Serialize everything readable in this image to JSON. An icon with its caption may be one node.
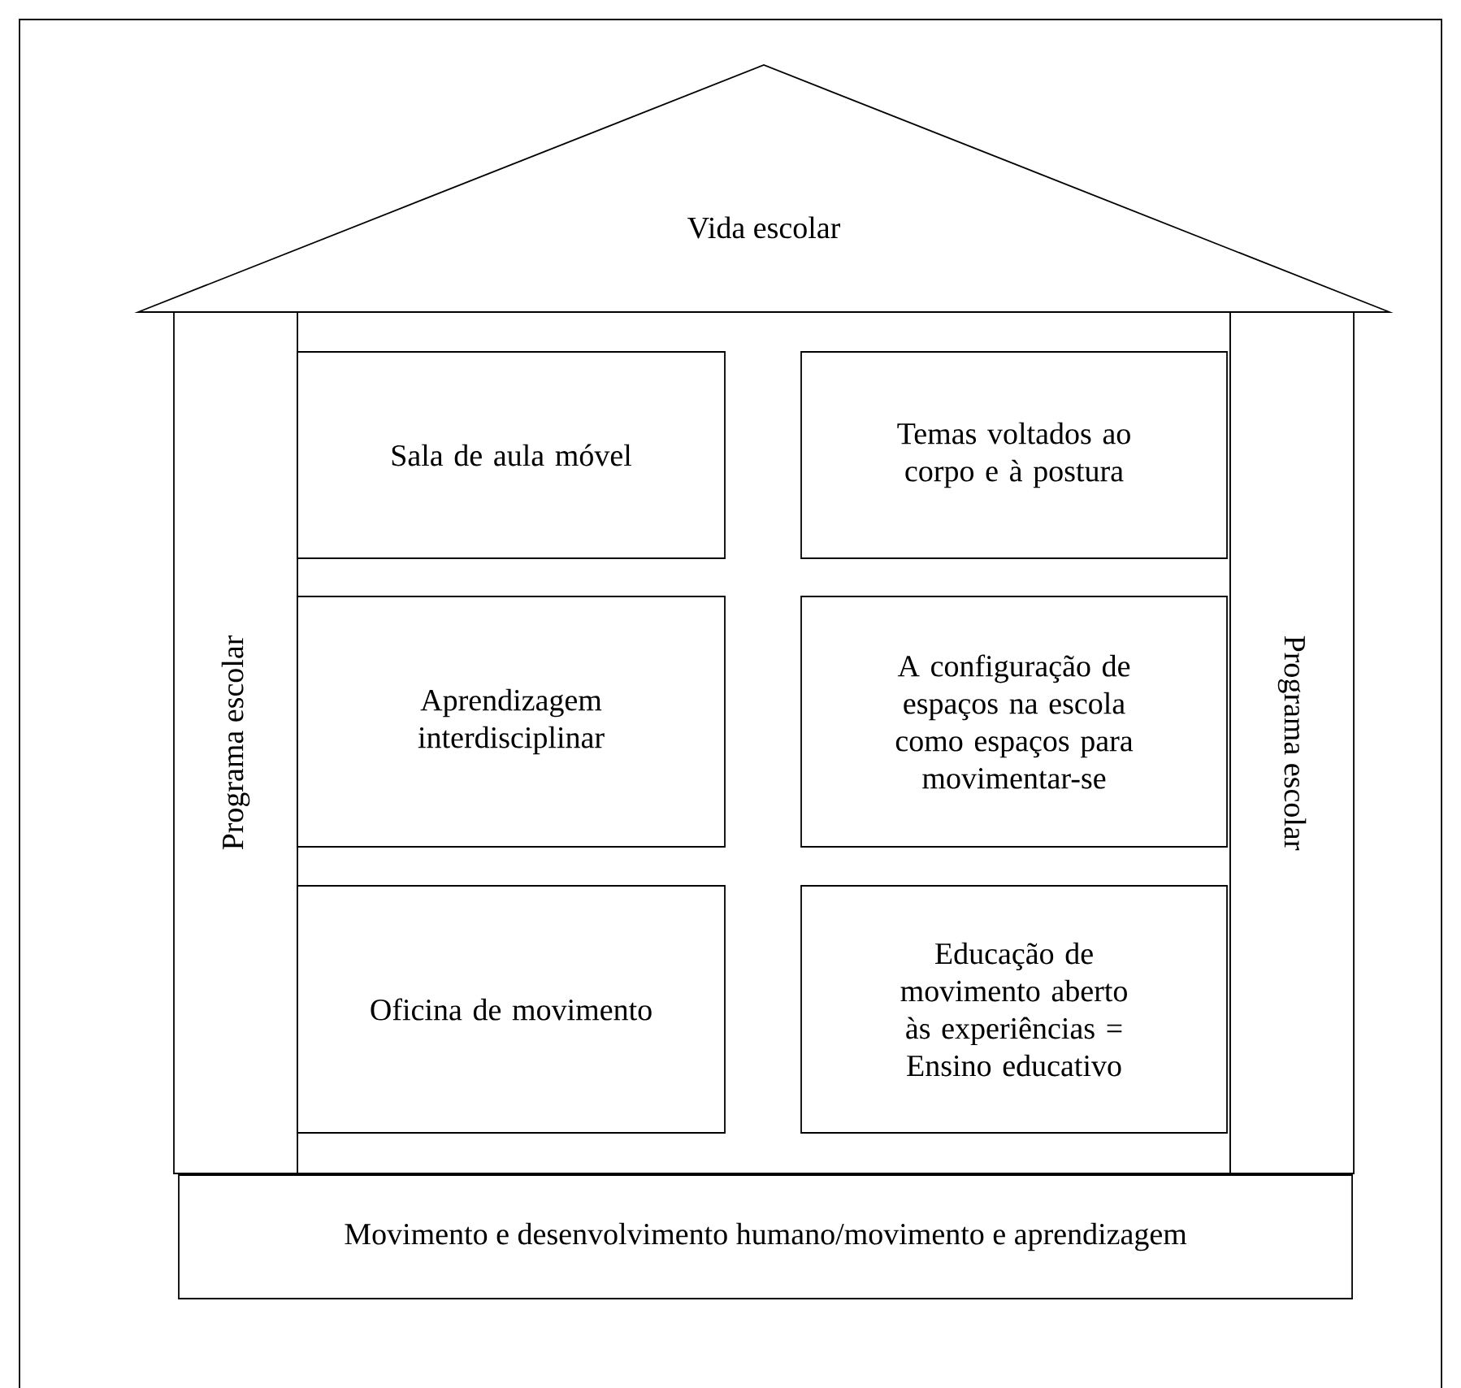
{
  "diagram": {
    "nodes": [
      {
        "text": [
          "Vida escolar"
        ]
      },
      {
        "text": [
          "Programa escolar"
        ]
      },
      {
        "text": [
          "Sala de aula móvel"
        ]
      },
      {
        "text": [
          "Temas voltados ao corpo e à postura"
        ]
      },
      {
        "text": [
          "Aprendizagem interdisciplinar"
        ]
      },
      {
        "text": [
          "A configuração de espaços na escola como espaços para movimentar-se"
        ]
      },
      {
        "text": [
          "Oficina de movimento"
        ]
      },
      {
        "text": [
          "Educação de movimento aberto às experiências = Ensino educativo"
        ]
      },
      {
        "text": [
          "Programa escolar"
        ]
      },
      {
        "text": [
          "Movimento e desenvolvimento humano/movimento e aprendizagem"
        ]
      }
    ]
  }
}
